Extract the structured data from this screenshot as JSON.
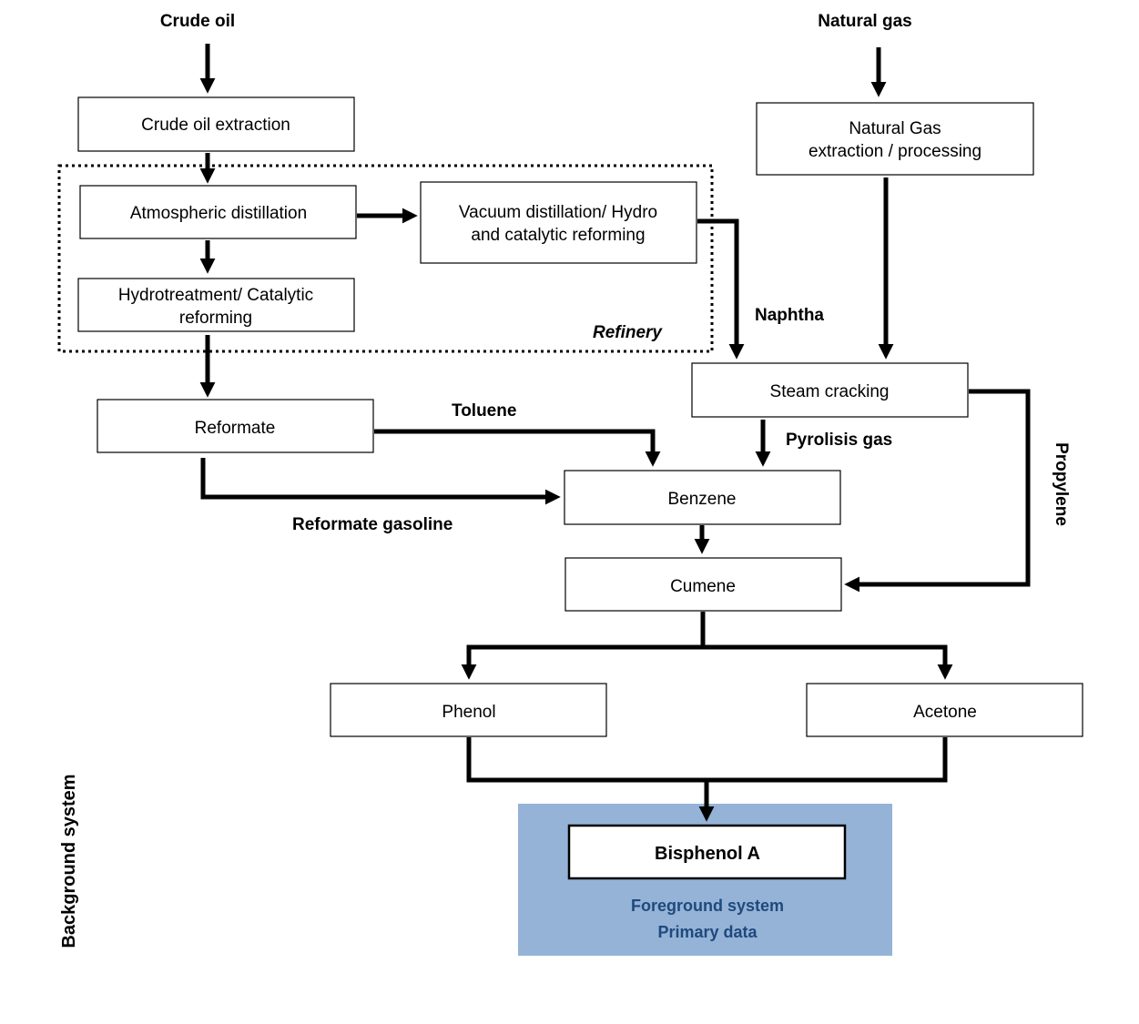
{
  "inputs": {
    "crude_oil": "Crude oil",
    "natural_gas": "Natural gas"
  },
  "boxes": {
    "crude_oil_extraction": "Crude oil extraction",
    "natural_gas_processing_line1": "Natural Gas",
    "natural_gas_processing_line2": "extraction / processing",
    "atmospheric_distillation": "Atmospheric distillation",
    "vacuum_distillation_line1": "Vacuum distillation/ Hydro",
    "vacuum_distillation_line2": "and catalytic reforming",
    "hydrotreatment_line1": "Hydrotreatment/ Catalytic",
    "hydrotreatment_line2": "reforming",
    "reformate": "Reformate",
    "steam_cracking": "Steam cracking",
    "benzene": "Benzene",
    "cumene": "Cumene",
    "phenol": "Phenol",
    "acetone": "Acetone",
    "bisphenol_a": "Bisphenol A"
  },
  "flow_labels": {
    "naphtha": "Naphtha",
    "toluene": "Toluene",
    "pyrolisis_gas": "Pyrolisis gas",
    "reformate_gasoline": "Reformate gasoline",
    "propylene": "Propylene"
  },
  "regions": {
    "refinery": "Refinery",
    "background_system": "Background system",
    "foreground_system": "Foreground system",
    "primary_data": "Primary data"
  },
  "colors": {
    "foreground_panel": "#95b3d7",
    "foreground_text": "#1f497d"
  }
}
